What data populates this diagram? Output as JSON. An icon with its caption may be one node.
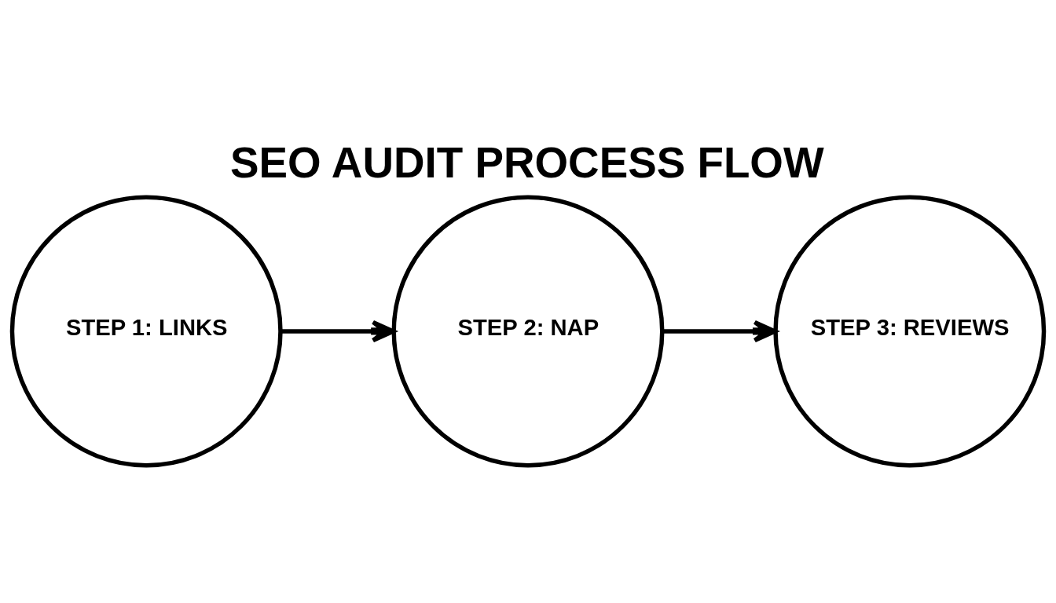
{
  "diagram": {
    "title": "SEO AUDIT PROCESS FLOW",
    "nodes": [
      {
        "text": [
          "STEP 1: LINKS"
        ]
      },
      {
        "text": [
          "STEP 2: NAP"
        ]
      },
      {
        "text": [
          "STEP 3: REVIEWS"
        ]
      }
    ],
    "edges": [
      {
        "from": 0,
        "to": 1,
        "arrow": "to"
      },
      {
        "from": 1,
        "to": 2,
        "arrow": "to"
      }
    ]
  }
}
